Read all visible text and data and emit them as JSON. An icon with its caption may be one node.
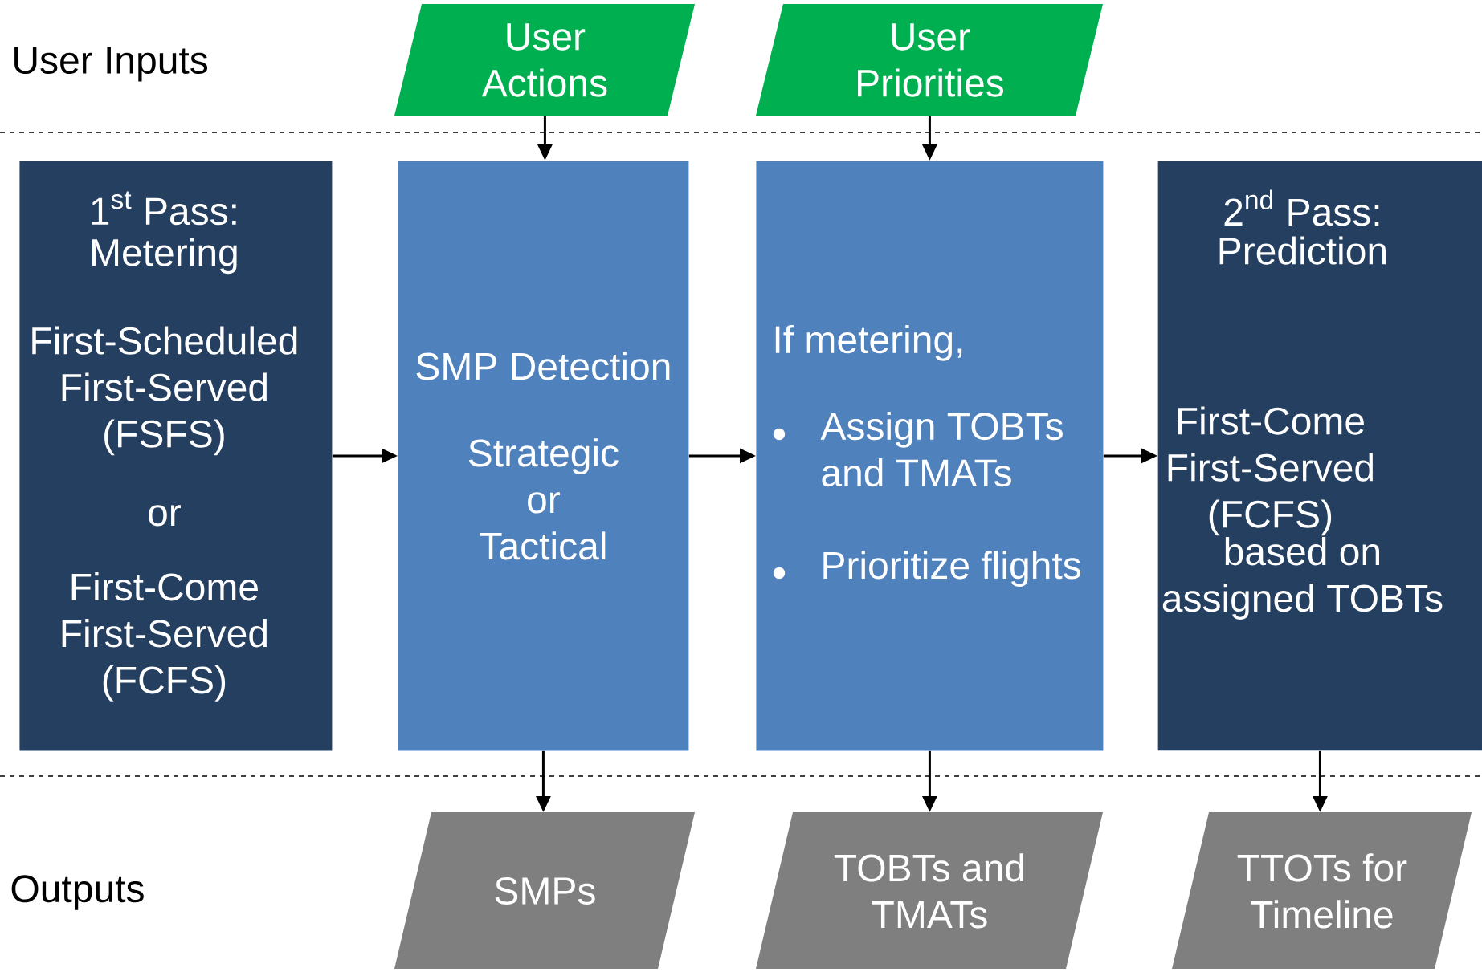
{
  "diagram": {
    "nodes": [
      {
        "text": [
          "User Actions"
        ]
      },
      {
        "text": [
          "User Priorities"
        ]
      },
      {
        "text": [
          "\\text{1}^{\\text{st}}\\text{ Pass:}",
          "Metering",
          "First-Scheduled First-Served (FSFS)",
          "or",
          "First-Come First-Served (FCFS)"
        ]
      },
      {
        "text": [
          "SMP Detection",
          "Strategic or Tactical"
        ]
      },
      {
        "text": [
          "If metering,",
          "Assign TOBTs and TMATs",
          "Prioritize flights"
        ]
      },
      {
        "text": [
          "\\text{2}^{\\text{nd}}\\text{ Pass:}",
          "Prediction",
          "First-Come First-Served (FCFS)",
          "based on assigned TOBTs"
        ]
      },
      {
        "text": [
          "SMPs"
        ]
      },
      {
        "text": [
          "TOBTs and TMATs"
        ]
      },
      {
        "text": [
          "TTOTs for Timeline"
        ]
      }
    ],
    "edges": [
      {
        "from": 0,
        "to": 3,
        "arrow": "to"
      },
      {
        "from": 1,
        "to": 4,
        "arrow": "to"
      },
      {
        "from": 2,
        "to": 3,
        "arrow": "to"
      },
      {
        "from": 3,
        "to": 4,
        "arrow": "to"
      },
      {
        "from": 4,
        "to": 5,
        "arrow": "to"
      },
      {
        "from": 3,
        "to": 6,
        "arrow": "to"
      },
      {
        "from": 4,
        "to": 7,
        "arrow": "to"
      },
      {
        "from": 5,
        "to": 8,
        "arrow": "to"
      }
    ],
    "labels": [
      "User Inputs",
      "Outputs"
    ]
  }
}
